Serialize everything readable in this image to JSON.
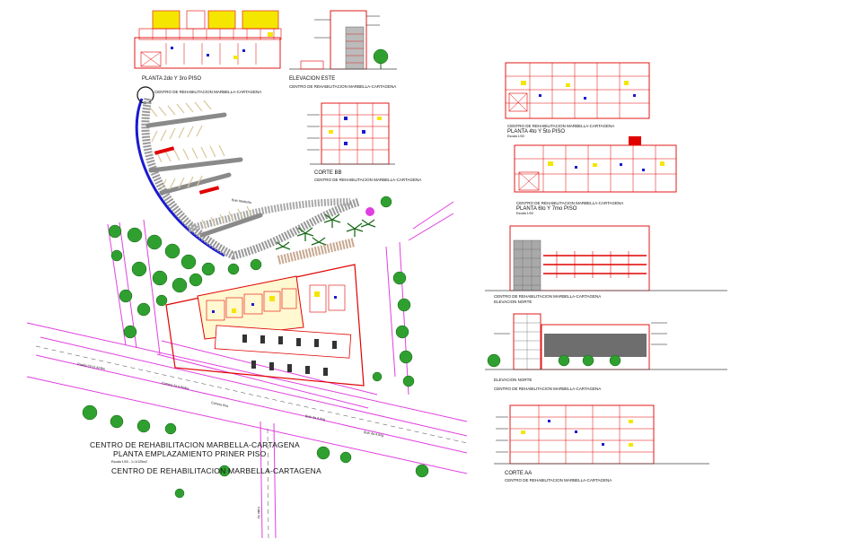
{
  "site": {
    "title_line1": "CENTRO DE REHABILITACION MARBELLA-CARTAGENA",
    "title_line2": "PLANTA EMPLAZAMIENTO PRINER PISO",
    "scale_note": "Escala 1/00 - 1=1/125m2",
    "title_line3": "CENTRO DE REHABILITACION MARBELLA-CARTAGENA"
  },
  "streets": {
    "a": "Pasillo Cll 11 Arriba",
    "b": "Carrera 2a 4 Arriba",
    "c": "Carrera 9na",
    "d": "Bulv 4a 4 Ang",
    "e": "Bulv 4a 4 Ang",
    "f": "Calle 31",
    "g": "Bulv Marbella"
  },
  "plan_top": {
    "title": "PLANTA 2do Y 3ro PISO",
    "sub": "CENTRO DE REHABILITACION MARBELLA-CARTAGENA"
  },
  "elev_east": {
    "title": "ELEVACION ESTE",
    "sub": "CENTRO DE REHABILITACION MARBELLA-CARTAGENA"
  },
  "corte_bb": {
    "title": "CORTE BB",
    "sub": "CENTRO DE REHABILITACION MARBELLA-CARTAGENA"
  },
  "plan_4_5": {
    "sub": "CENTRO DE REHABILITACION MARBELLA-CARTAGENA",
    "title": "PLANTA 4to Y 5to PISO",
    "scale": "Escala 1/00"
  },
  "plan_6_7": {
    "sub": "CENTRO DE REHABILITACION MARBELLA-CARTAGENA",
    "title": "PLANTA 6to Y 7mo PISO",
    "scale": "Escala 1/00"
  },
  "elev_norte_1": {
    "sub": "CENTRO DE REHABILITACION MARBELLA-CARTAGENA",
    "title": "ELEVACION NORTE"
  },
  "elev_norte_2": {
    "title": "ELEVACION NORTE",
    "sub": "CENTRO DE REHABILITACION MARBELLA-CARTAGENA"
  },
  "corte_aa": {
    "title": "CORTE AA",
    "sub": "CENTRO DE REHABILITACION MARBELLA-CARTAGENA"
  },
  "colors": {
    "road": "#e040e0",
    "wall": "#e00000",
    "yellow": "#f5e600",
    "blue": "#1a1ad0",
    "tree": "#2fa02f",
    "grey": "#8a8a8a"
  }
}
